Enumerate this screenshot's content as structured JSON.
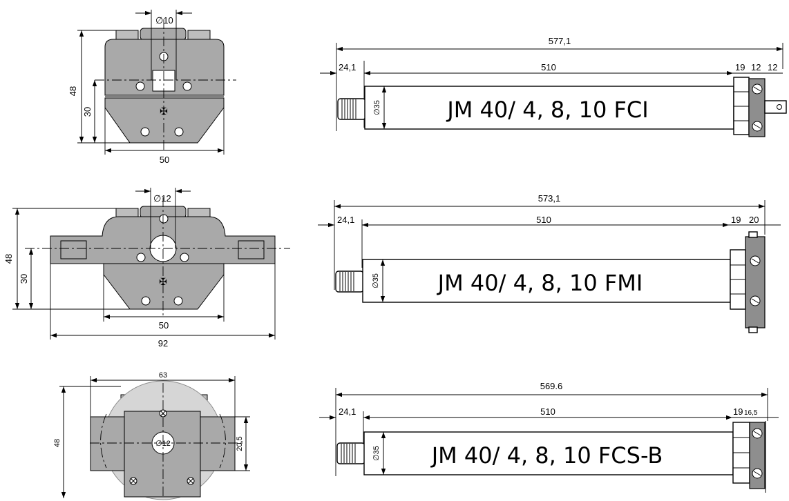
{
  "diagrams": [
    {
      "id": "fci",
      "front_view": {
        "diameter_label": "∅10",
        "height_label": "48",
        "axis_height_label": "30",
        "width_label": "50"
      },
      "side_view": {
        "total_length_label": "577,1",
        "head_length_label": "24,1",
        "tube_length_label": "510",
        "end_dims": [
          "19",
          "12",
          "12"
        ],
        "tube_diameter_label": "∅35",
        "model_name": "JM 40/ 4, 8, 10 FCI"
      }
    },
    {
      "id": "fmi",
      "front_view": {
        "diameter_label": "∅12",
        "height_label": "48",
        "axis_height_label": "30",
        "inner_width_label": "50",
        "outer_width_label": "92"
      },
      "side_view": {
        "total_length_label": "573,1",
        "head_length_label": "24,1",
        "tube_length_label": "510",
        "end_dims": [
          "19",
          "20"
        ],
        "tube_diameter_label": "∅35",
        "model_name": "JM 40/ 4, 8, 10 FMI"
      }
    },
    {
      "id": "fcs-b",
      "front_view": {
        "width_label": "63",
        "height_label": "48",
        "offset_label": "20,5",
        "diameter_label": "∅12"
      },
      "side_view": {
        "total_length_label": "569.6",
        "head_length_label": "24,1",
        "tube_length_label": "510",
        "end_dims": [
          "19",
          "16,5"
        ],
        "tube_diameter_label": "∅35",
        "model_name": "JM 40/ 4, 8, 10 FCS-B"
      }
    }
  ],
  "colors": {
    "body": "#a9a9a9",
    "disc": "#d6d6d6",
    "line": "#000000"
  }
}
